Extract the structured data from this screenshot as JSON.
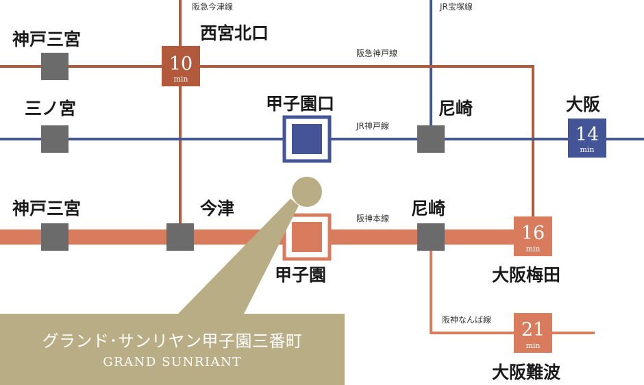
{
  "colors": {
    "hankyu": "#b45a3c",
    "jr": "#435596",
    "hanshin": "#d97c5d",
    "station": "#6b6b6b",
    "property": "#b9ad85"
  },
  "lines": {
    "hankyu_imazu": "阪急今津線",
    "jr_takarazuka": "JR宝塚線",
    "hankyu_kobe": "阪急神戸線",
    "jr_kobe": "JR神戸線",
    "hanshin_main": "阪神本線",
    "hanshin_namba": "阪神なんば線"
  },
  "stations": {
    "kobe_sannomiya_hankyu": "神戸三宮",
    "nishinomiya_kitaguchi": "西宮北口",
    "sannomiya_jr": "三ノ宮",
    "koshienguchi": "甲子園口",
    "amagasaki_jr": "尼崎",
    "osaka": "大阪",
    "kobe_sannomiya_hanshin": "神戸三宮",
    "imazu": "今津",
    "amagasaki_hanshin": "尼崎",
    "koshien": "甲子園",
    "osaka_umeda": "大阪梅田",
    "osaka_namba": "大阪難波"
  },
  "times": {
    "nishinomiya_kitaguchi": "10",
    "osaka": "14",
    "osaka_umeda": "16",
    "osaka_namba": "21",
    "unit": "min"
  },
  "property": {
    "name_ja": "グランド･サンリヤン甲子園三番町",
    "name_en": "GRAND SUNRIANT"
  }
}
